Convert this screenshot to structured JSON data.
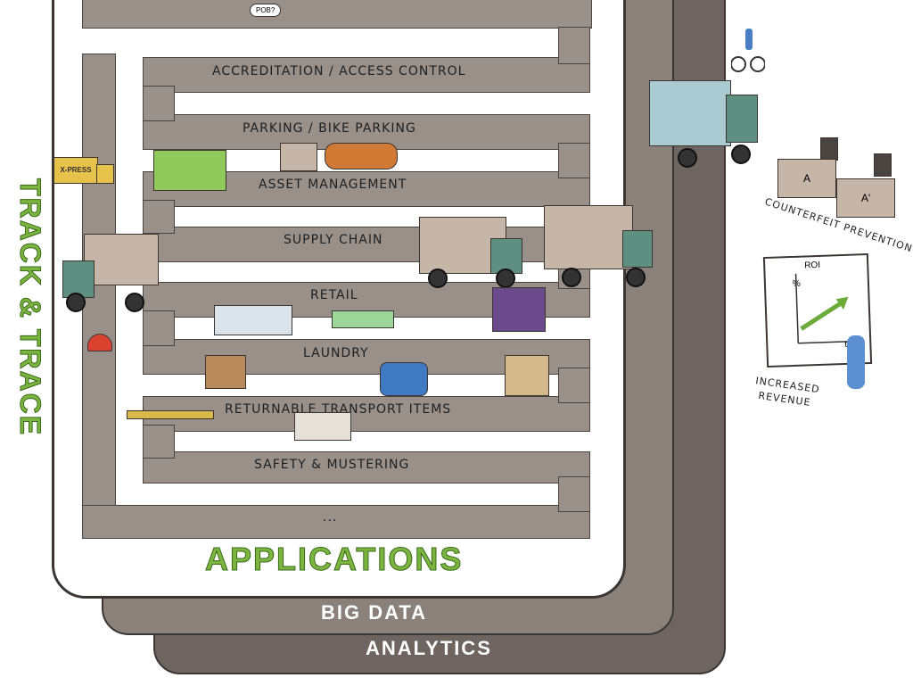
{
  "layers": {
    "applications": "APPLICATIONS",
    "big_data": "BIG DATA",
    "analytics": "ANALYTICS"
  },
  "side_title": "TRACK & TRACE",
  "lanes": [
    "ACCREDITATION / ACCESS CONTROL",
    "PARKING / BIKE PARKING",
    "ASSET MANAGEMENT",
    "SUPPLY CHAIN",
    "RETAIL",
    "LAUNDRY",
    "RETURNABLE TRANSPORT ITEMS",
    "SAFETY & MUSTERING",
    "..."
  ],
  "right_panel": {
    "counterfeit": {
      "label": "COUNTERFEIT PREVENTION",
      "box_a": "A",
      "box_a_prime": "A'"
    },
    "roi_chart": {
      "title": "ROI",
      "y_label": "%",
      "x_label": "t"
    },
    "revenue_label": "INCREASED REVENUE"
  },
  "truck_text": "X-PRESS",
  "speech_bubble": "POB?",
  "colors": {
    "accent_green": "#7bb540",
    "track_gray": "#9a908a",
    "layer_dark": "#6e6560",
    "truck_cab": "#5e8f80"
  }
}
